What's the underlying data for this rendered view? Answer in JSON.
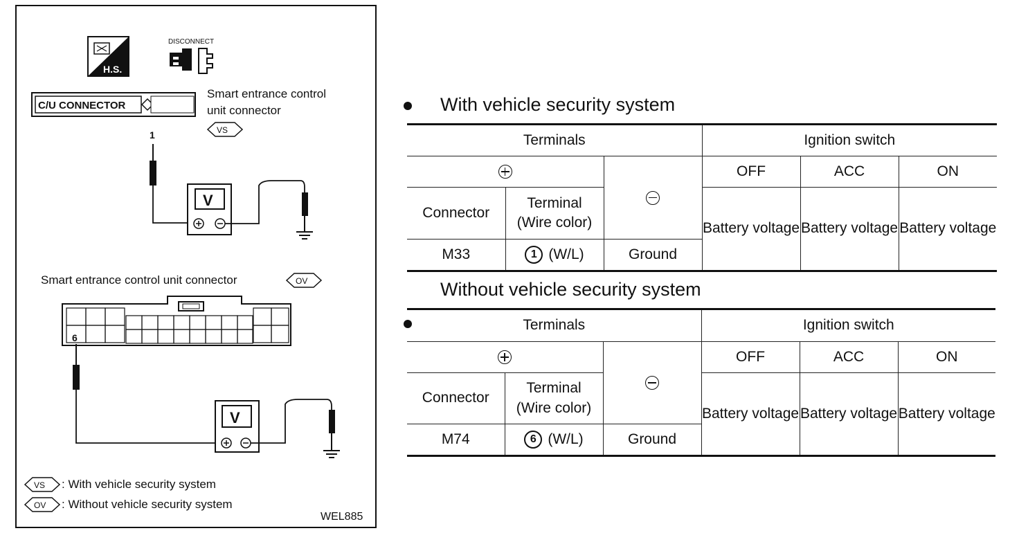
{
  "diagram": {
    "hs_badge": "H.S.",
    "disconnect_label": "DISCONNECT",
    "cu_connector_label": "C/U CONNECTOR",
    "upper_connector_desc_line1": "Smart entrance control",
    "upper_connector_desc_line2": "unit connector",
    "vs_tag": "VS",
    "upper_terminal_number": "1",
    "meter_label": "V",
    "lower_connector_desc": "Smart entrance control unit connector",
    "ov_tag": "OV",
    "lower_terminal_number": "6",
    "legend": [
      {
        "tag": "VS",
        "text": ": With vehicle security system"
      },
      {
        "tag": "OV",
        "text": ": Without vehicle security system"
      }
    ],
    "figure_code": "WEL885"
  },
  "tables": {
    "with": {
      "title": "With vehicle security system",
      "terminals_header": "Terminals",
      "ignition_header": "Ignition switch",
      "positions": [
        "OFF",
        "ACC",
        "ON"
      ],
      "connector_header": "Connector",
      "terminal_header_line1": "Terminal",
      "terminal_header_line2": "(Wire color)",
      "connector": "M33",
      "terminal_no": "1",
      "wire_color": "(W/L)",
      "negative": "Ground",
      "values": [
        "Battery voltage",
        "Battery voltage",
        "Battery voltage"
      ]
    },
    "without": {
      "title": "Without vehicle security system",
      "terminals_header": "Terminals",
      "ignition_header": "Ignition switch",
      "positions": [
        "OFF",
        "ACC",
        "ON"
      ],
      "connector_header": "Connector",
      "terminal_header_line1": "Terminal",
      "terminal_header_line2": "(Wire color)",
      "connector": "M74",
      "terminal_no": "6",
      "wire_color": "(W/L)",
      "negative": "Ground",
      "values": [
        "Battery voltage",
        "Battery voltage",
        "Battery voltage"
      ]
    }
  }
}
